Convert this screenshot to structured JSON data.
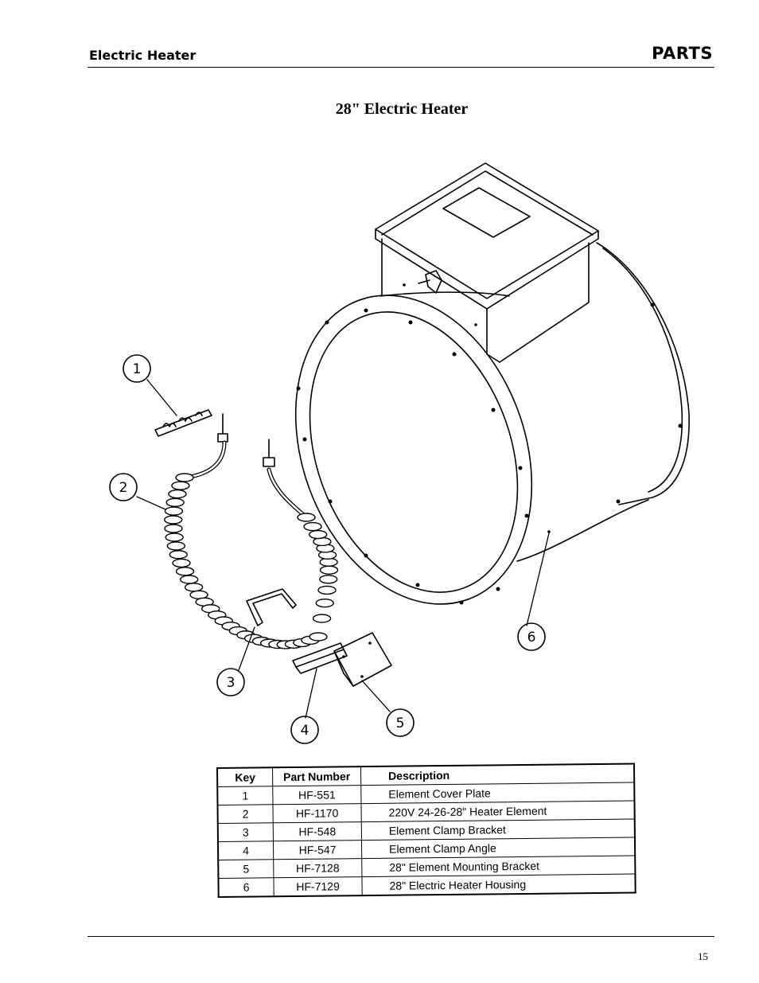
{
  "header": {
    "section": "Electric Heater",
    "category": "PARTS"
  },
  "title": "28\" Electric Heater",
  "callouts": [
    "1",
    "2",
    "3",
    "4",
    "5",
    "6"
  ],
  "table": {
    "headers": [
      "Key",
      "Part Number",
      "Description"
    ],
    "rows": [
      {
        "key": "1",
        "part": "HF-551",
        "description": "Element Cover Plate"
      },
      {
        "key": "2",
        "part": "HF-1170",
        "description": "220V 24-26-28\" Heater Element"
      },
      {
        "key": "3",
        "part": "HF-548",
        "description": "Element Clamp Bracket"
      },
      {
        "key": "4",
        "part": "HF-547",
        "description": "Element Clamp Angle"
      },
      {
        "key": "5",
        "part": "HF-7128",
        "description": "28\" Element Mounting Bracket"
      },
      {
        "key": "6",
        "part": "HF-7129",
        "description": "28\" Electric Heater Housing"
      }
    ]
  },
  "footer": {
    "page_number": "15"
  }
}
